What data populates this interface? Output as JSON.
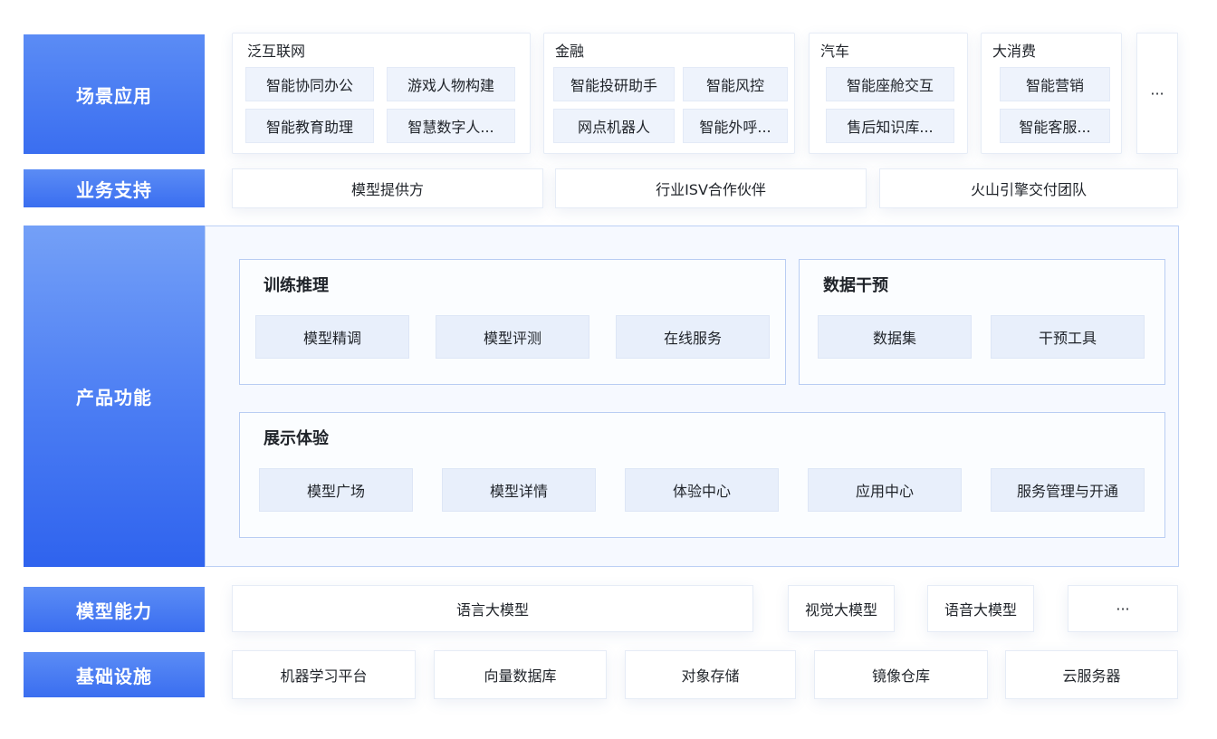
{
  "layers": {
    "scenario": "场景应用",
    "business": "业务支持",
    "product": "产品功能",
    "model": "模型能力",
    "infra": "基础设施"
  },
  "scenarios": [
    {
      "title": "泛互联网",
      "items": [
        "智能协同办公",
        "游戏人物构建",
        "智能教育助理",
        "智慧数字人..."
      ]
    },
    {
      "title": "金融",
      "items": [
        "智能投研助手",
        "智能风控",
        "网点机器人",
        "智能外呼..."
      ]
    },
    {
      "title": "汽车",
      "items": [
        "智能座舱交互",
        "售后知识库..."
      ]
    },
    {
      "title": "大消费",
      "items": [
        "智能营销",
        "智能客服..."
      ]
    }
  ],
  "scenario_more": "···",
  "business": [
    "模型提供方",
    "行业ISV合作伙伴",
    "火山引擎交付团队"
  ],
  "product": {
    "training": {
      "title": "训练推理",
      "items": [
        "模型精调",
        "模型评测",
        "在线服务"
      ]
    },
    "data": {
      "title": "数据干预",
      "items": [
        "数据集",
        "干预工具"
      ]
    },
    "experience": {
      "title": "展示体验",
      "items": [
        "模型广场",
        "模型详情",
        "体验中心",
        "应用中心",
        "服务管理与开通"
      ]
    }
  },
  "models": [
    "语言大模型",
    "视觉大模型",
    "语音大模型",
    "···"
  ],
  "infra": [
    "机器学习平台",
    "向量数据库",
    "对象存储",
    "镜像仓库",
    "云服务器"
  ]
}
